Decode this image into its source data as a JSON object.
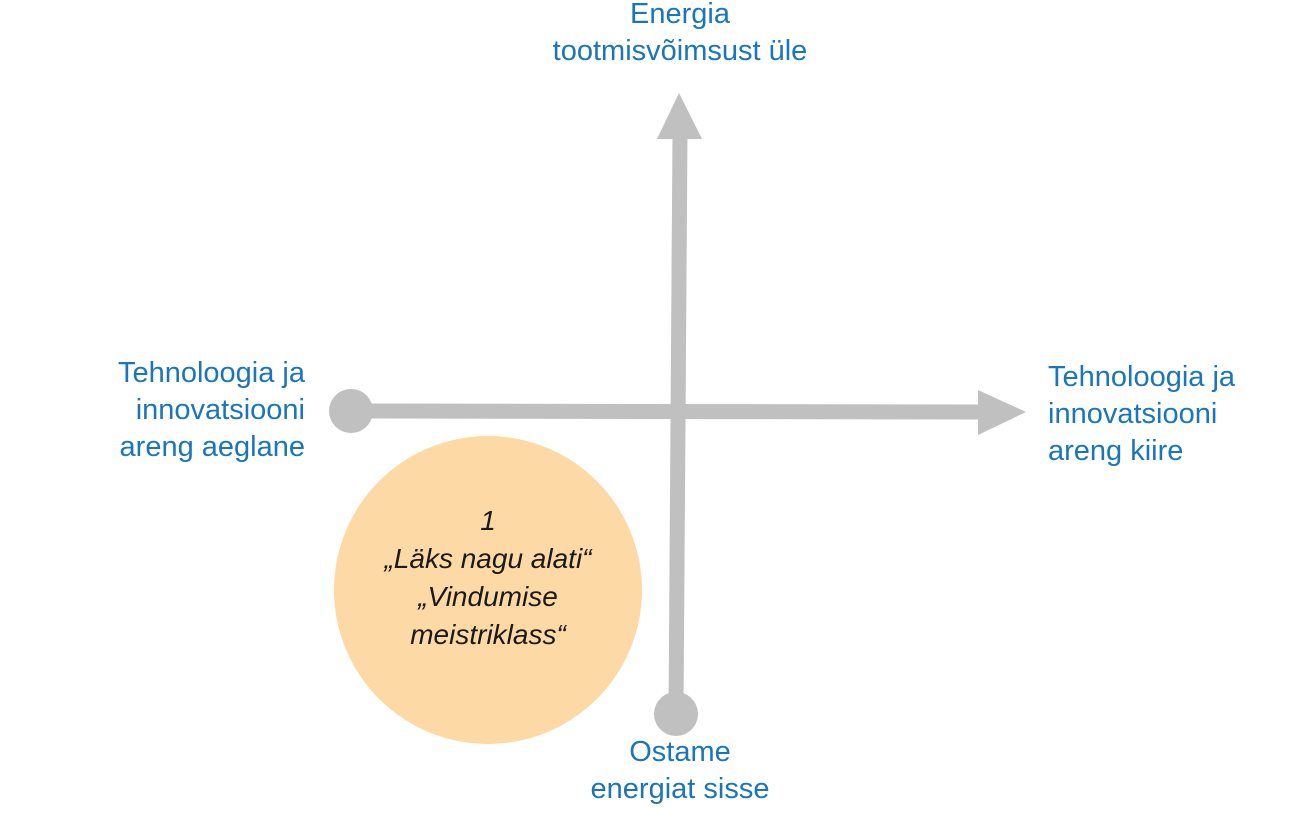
{
  "axes": {
    "top_label": [
      "Energia",
      "tootmisvõimsust üle"
    ],
    "bottom_label": [
      "Ostame",
      "energiat sisse"
    ],
    "left_label": [
      "Tehnoloogia ja",
      "innovatsiooni",
      "areng aeglane"
    ],
    "right_label": [
      "Tehnoloogia ja",
      "innovatsiooni",
      "areng kiire"
    ]
  },
  "scenario": {
    "number": "1",
    "name_line1": "„Läks nagu alati“",
    "name_line2": "„Vindumise",
    "name_line3": "meistriklass“",
    "quadrant": "bottom-left"
  },
  "colors": {
    "axis": "#c0c0c0",
    "label": "#1b75bb",
    "scenario_fill": "#fdd9a5",
    "scenario_text": "#1a1a1a"
  }
}
